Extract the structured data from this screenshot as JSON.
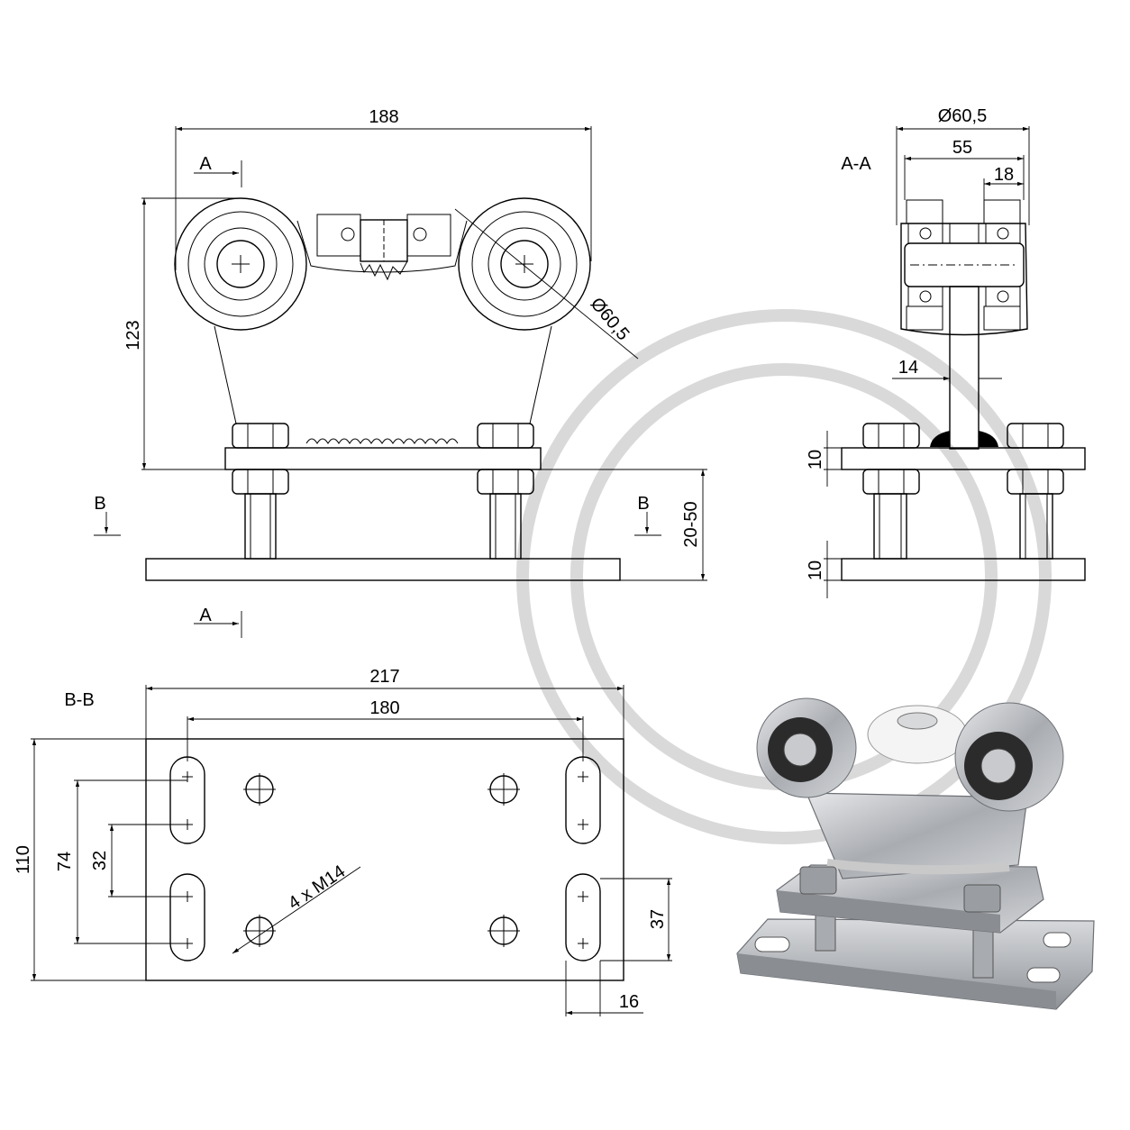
{
  "front_view": {
    "dim_width": "188",
    "dim_height": "123",
    "dim_wheel_diameter": "Ø60,5",
    "dim_adjust": "20-50",
    "section_a_top": "A",
    "section_a_bottom": "A",
    "section_b_left": "B",
    "section_b_right": "B"
  },
  "section_aa": {
    "title": "A-A",
    "dim_diameter": "Ø60,5",
    "dim_55": "55",
    "dim_18": "18",
    "dim_14": "14",
    "dim_plate_top": "10",
    "dim_plate_bottom": "10"
  },
  "section_bb": {
    "title": "B-B",
    "dim_217": "217",
    "dim_180": "180",
    "dim_110": "110",
    "dim_74": "74",
    "dim_32": "32",
    "dim_37": "37",
    "dim_16": "16",
    "thread_callout": "4 x M14"
  },
  "colors": {
    "line": "#000000",
    "steel": "#b9bcc0",
    "nylon": "#f4f4f4",
    "watermark": "#d9d9d9"
  }
}
